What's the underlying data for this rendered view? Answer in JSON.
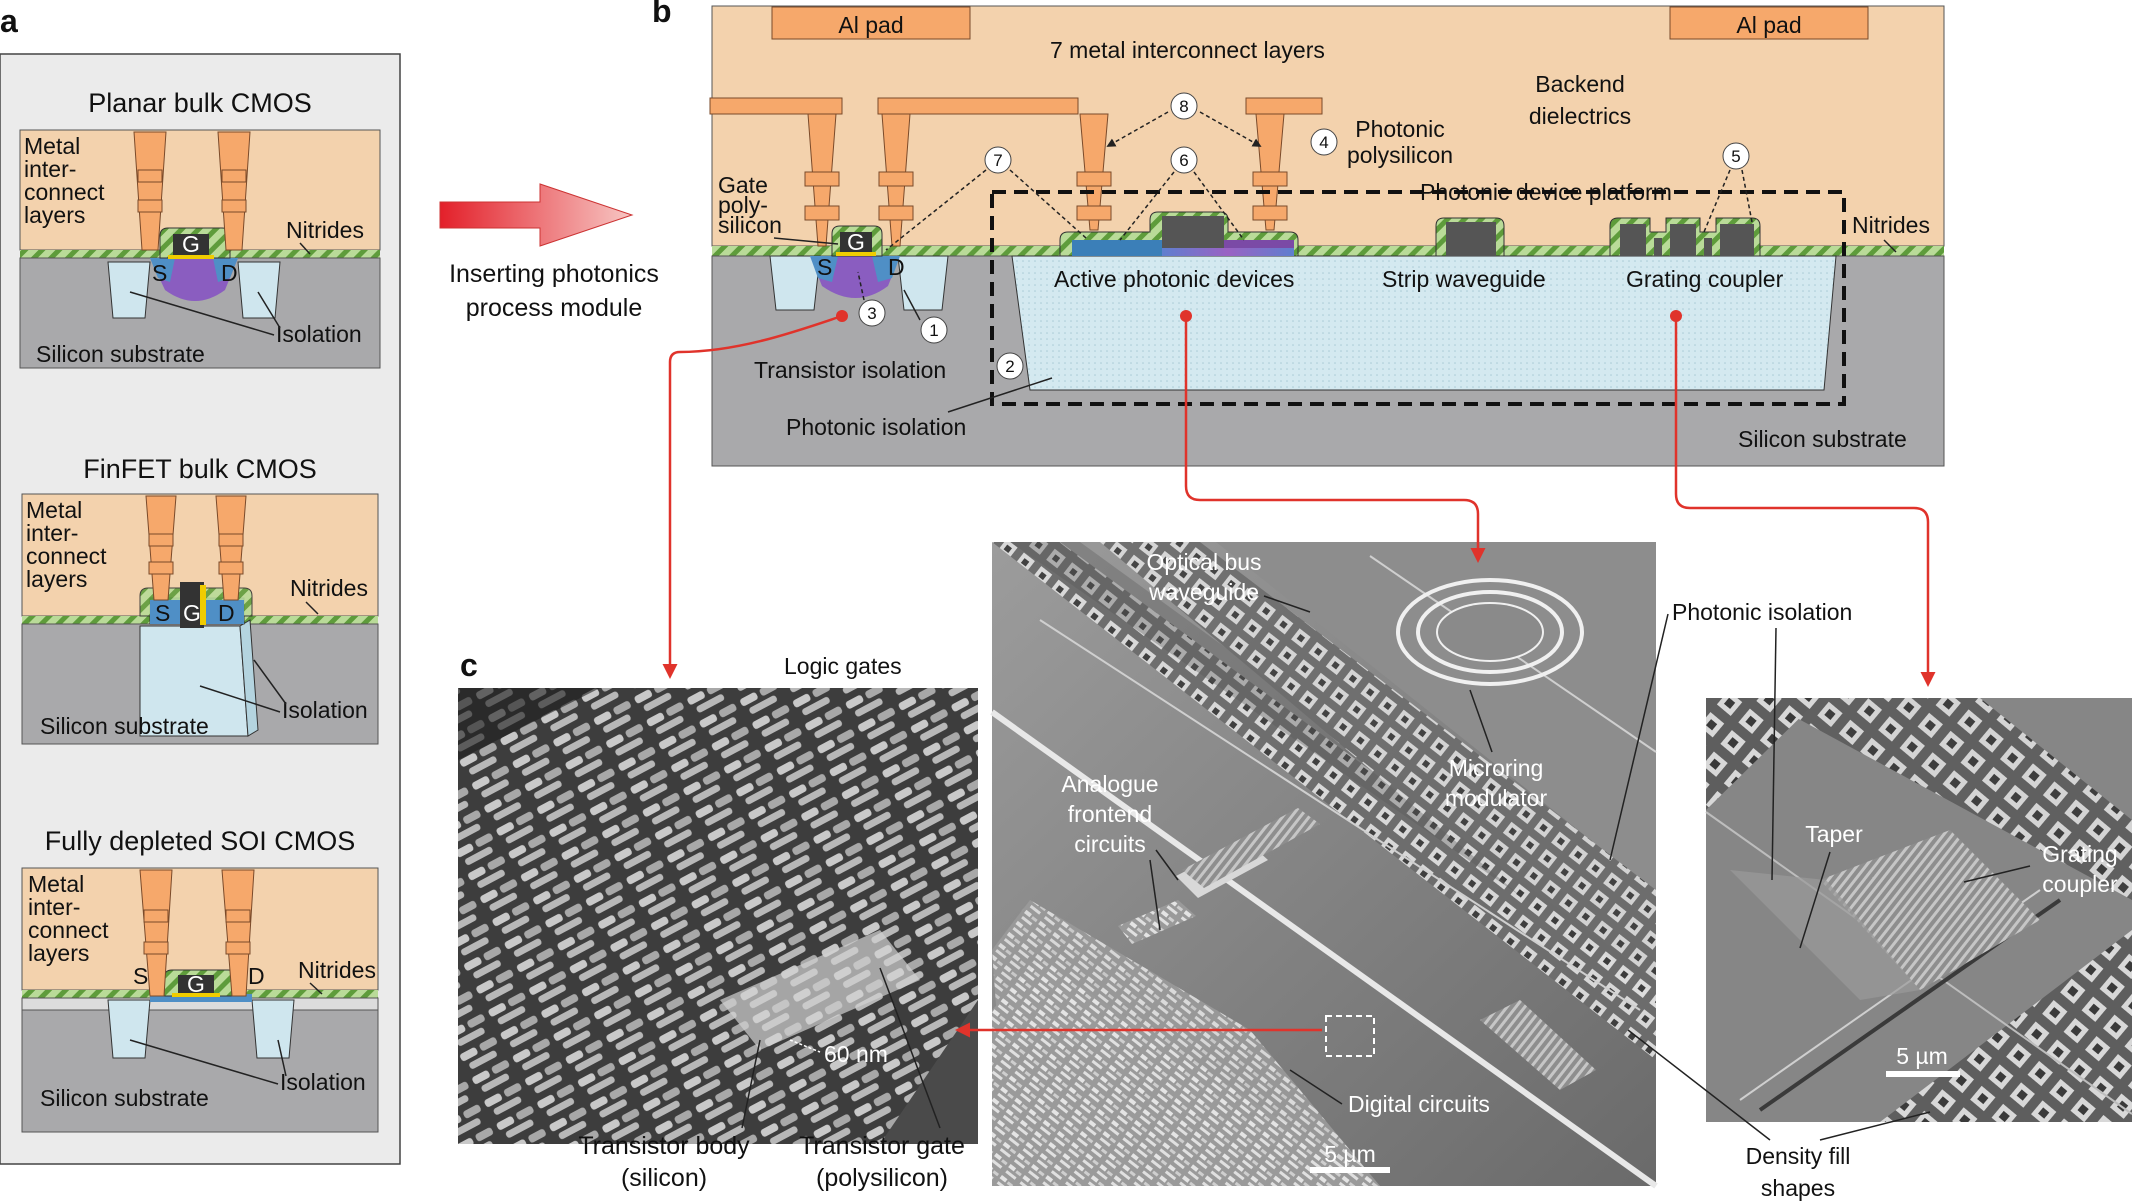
{
  "panel_a": {
    "label": "a",
    "planar": {
      "title": "Planar bulk CMOS",
      "metal": "Metal\ninter-\nconnect\nlayers",
      "gate": "G",
      "source": "S",
      "drain": "D",
      "nitrides": "Nitrides",
      "isolation": "Isolation",
      "substrate": "Silicon substrate"
    },
    "finfet": {
      "title": "FinFET bulk CMOS",
      "metal": "Metal\ninter-\nconnect\nlayers",
      "gate": "G",
      "source": "S",
      "drain": "D",
      "nitrides": "Nitrides",
      "isolation": "Isolation",
      "substrate": "Silicon substrate"
    },
    "soi": {
      "title": "Fully depleted SOI CMOS",
      "metal": "Metal\ninter-\nconnect\nlayers",
      "gate": "G",
      "source": "S",
      "drain": "D",
      "nitrides": "Nitrides",
      "isolation": "Isolation",
      "substrate": "Silicon substrate"
    }
  },
  "arrow_caption": "Inserting photonics\nprocess module",
  "panel_b": {
    "label": "b",
    "al_pad_left": "Al pad",
    "al_pad_right": "Al pad",
    "metal_layers": "7 metal interconnect layers",
    "backend": "Backend\ndielectrics",
    "photonic_poly": "Photonic\npolysilicon",
    "platform": "Photonic device platform",
    "gate_poly": "Gate\npoly-\nsilicon",
    "nitrides": "Nitrides",
    "gate": "G",
    "source": "S",
    "drain": "D",
    "active": "Active photonic devices",
    "strip": "Strip waveguide",
    "grating": "Grating coupler",
    "transistor_iso": "Transistor isolation",
    "photonic_iso": "Photonic isolation",
    "substrate": "Silicon substrate",
    "markers": [
      "1",
      "2",
      "3",
      "4",
      "5",
      "6",
      "7",
      "8"
    ]
  },
  "panel_c": {
    "label": "c",
    "title": "Logic gates",
    "dim": "60 nm",
    "body": "Transistor body\n(silicon)",
    "gatep": "Transistor gate\n(polysilicon)"
  },
  "sem_middle": {
    "bus": "Optical bus\nwaveguide",
    "microring": "Microring\nmodulator",
    "analogue": "Analogue\nfrontend\ncircuits",
    "digital": "Digital circuits",
    "scale": "5 µm"
  },
  "sem_right": {
    "taper": "Taper",
    "grating": "Grating\ncoupler",
    "scale": "5 µm"
  },
  "labels_outside": {
    "photonic_iso": "Photonic isolation",
    "density": "Density fill\nshapes"
  },
  "colors": {
    "dielectric": "#f3d2ad",
    "metal": "#f6a86b",
    "substrate": "#a9a9ab",
    "isolation": "#cfe6ee",
    "nitride": "#8dc26a",
    "red_arrow": "#e0332b"
  }
}
